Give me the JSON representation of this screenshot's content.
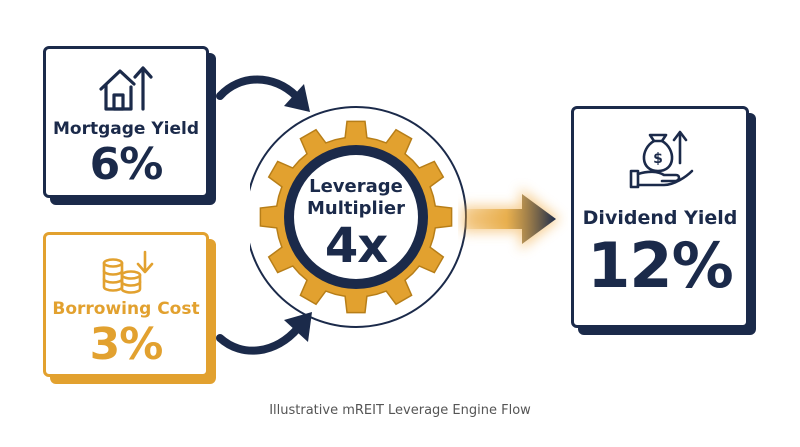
{
  "mortgage": {
    "label": "Mortgage Yield",
    "value": "6%",
    "icon": "house-up-arrow-icon"
  },
  "borrowing": {
    "label": "Borrowing Cost",
    "value": "3%",
    "icon": "coins-down-arrow-icon"
  },
  "leverage": {
    "line1": "Leverage",
    "line2": "Multiplier",
    "value": "4x",
    "icon": "gear-icon"
  },
  "dividend": {
    "label": "Dividend Yield",
    "value": "12%",
    "icon": "money-bag-hand-icon"
  },
  "caption": "Illustrative mREIT Leverage Engine Flow",
  "colors": {
    "navy": "#1b2a4a",
    "gold": "#e2a12f",
    "caption": "#555555"
  }
}
